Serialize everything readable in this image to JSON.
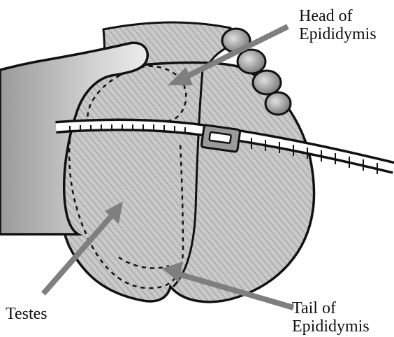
{
  "labels": {
    "head": {
      "line1": "Head of",
      "line2": "Epididymis"
    },
    "testes": "Testes",
    "tail": {
      "line1": "Tail of",
      "line2": "Epididymis"
    }
  },
  "colors": {
    "outline": "#111111",
    "fill": "#bdbdbd",
    "arrow": "#7f7f7f",
    "background": "#ffffff"
  },
  "icons": {
    "arrows": "arrow-icon",
    "tape": "measuring-tape-icon",
    "hand": "hand-icon"
  }
}
